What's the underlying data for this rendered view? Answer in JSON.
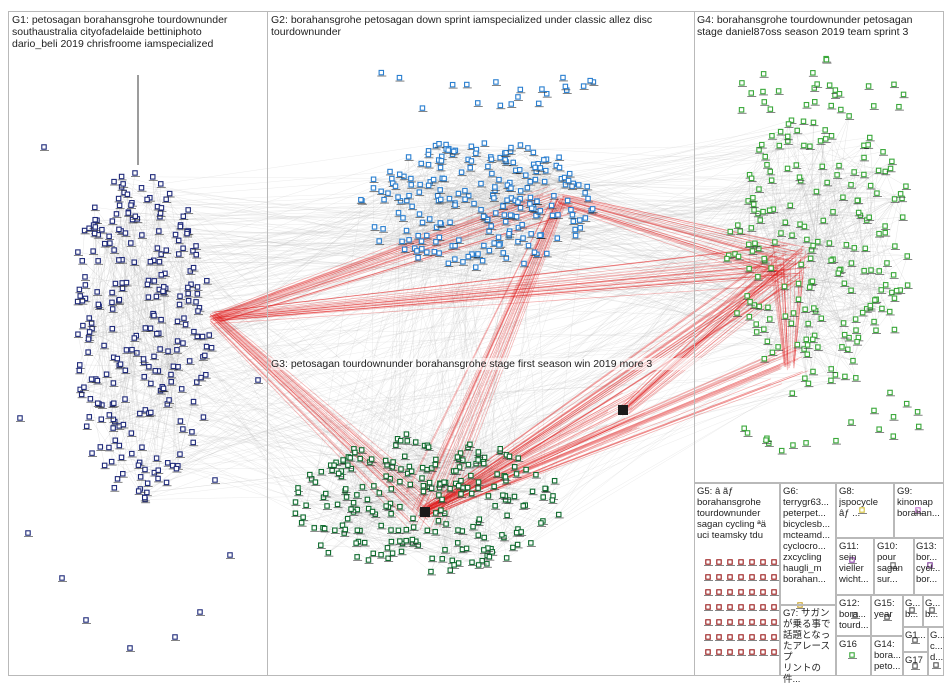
{
  "groups": [
    {
      "id": "G1",
      "label": "G1: petosagan borahansgrohe tourdownunder\nsouthaustralia cityofadelaide bettiniphoto\ndario_beli 2019 chrisfroome iamspecialized",
      "color": "#1f2a7a"
    },
    {
      "id": "G2",
      "label": "G2: borahansgrohe petosagan down sprint iamspecialized under classic allez disc\ntourdownunder",
      "color": "#2a7fd0"
    },
    {
      "id": "G3",
      "label": "G3: petosagan tourdownunder borahansgrohe stage first season win 2019 more 3",
      "color": "#0f6b2e"
    },
    {
      "id": "G4",
      "label": "G4: borahansgrohe tourdownunder petosagan\nstage daniel87oss season 2019 team sprint 3",
      "color": "#3aa83a"
    },
    {
      "id": "G5",
      "label": "G5: â ãƒ\nborahansgrohe\ntourdownunder\nsagan cycling ªä\nuci teamsky tdu",
      "color": "#9b1c1c"
    },
    {
      "id": "G6",
      "label": "G6: terrygr63...\npeterpet...\nbicyclesb...\nmcteamd...\ncyclocro...\nzxcycling\nhaugli_m\nborahan...",
      "color": "#c9a227"
    },
    {
      "id": "G7",
      "label": "G7: サガン\nが乗る事で\n話題となっ\nたアレースプ\nリントの件...",
      "color": "#777777"
    },
    {
      "id": "G8",
      "label": "G8:\njspocycle\nâƒ ...",
      "color": "#d6c23a"
    },
    {
      "id": "G9",
      "label": "G9:\nkinomap\nborahan...",
      "color": "#c76fd1"
    },
    {
      "id": "G10",
      "label": "G10:\npour\nsagan\nsur...",
      "color": "#6a6a6a"
    },
    {
      "id": "G11",
      "label": "G11:\nsein\nvieller\nwicht...",
      "color": "#8e44ad"
    },
    {
      "id": "G12",
      "label": "G12:\nbora...\ntourd...",
      "color": "#555555"
    },
    {
      "id": "G13",
      "label": "G13:\nbor...\ncycl...\nbor...",
      "color": "#7d3c98"
    },
    {
      "id": "G14",
      "label": "G14:\nbora...\npeto...",
      "color": "#555555"
    },
    {
      "id": "G15",
      "label": "G15:\nyear",
      "color": "#555555"
    },
    {
      "id": "G16",
      "label": "G16",
      "color": "#3aa83a"
    },
    {
      "id": "G17",
      "label": "G17",
      "color": "#555555"
    },
    {
      "id": "G18",
      "label": "G...\nb...",
      "color": "#555555"
    },
    {
      "id": "G19",
      "label": "G...\nb...",
      "color": "#555555"
    },
    {
      "id": "G20",
      "label": "G1...",
      "color": "#555555"
    },
    {
      "id": "G21",
      "label": "G...\nc...\nd...",
      "color": "#555555"
    }
  ],
  "edge_colors": {
    "within": "#b8b8b8",
    "highlight": "#e01b1b"
  }
}
